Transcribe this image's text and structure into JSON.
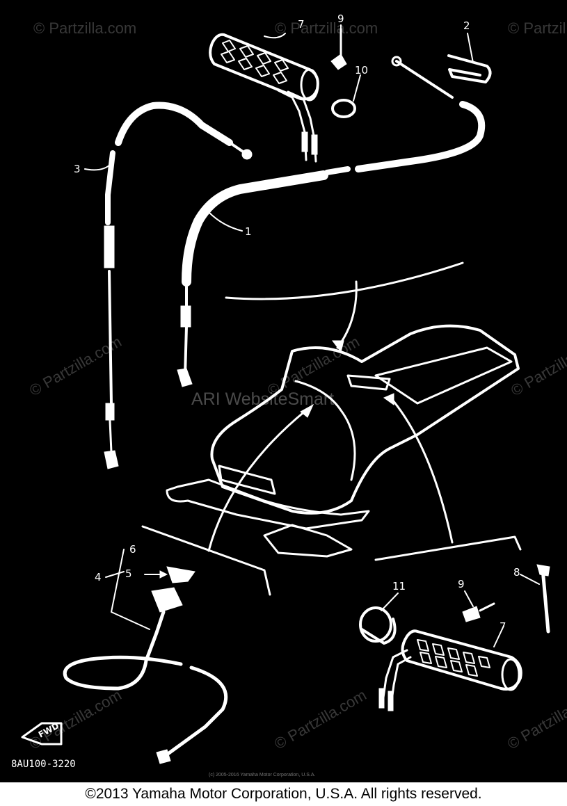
{
  "diagram": {
    "callouts": {
      "c1": "1",
      "c2": "2",
      "c3": "3",
      "c4": "4",
      "c5": "5",
      "c6": "6",
      "c7_top": "7",
      "c7_bottom": "7",
      "c8": "8",
      "c9_top": "9",
      "c9_bottom": "9",
      "c10": "10",
      "c11": "11"
    },
    "part_code": "8AU100-3220",
    "fwd_label": "FWD",
    "small_copyright": "(c) 2005-2016 Yamaha Motor Corporation, U.S.A.",
    "watermarks": {
      "partzilla": "© Partzilla.com",
      "center": "ARI WebsiteSmart"
    }
  },
  "footer": {
    "copyright": "©2013 Yamaha Motor Corporation, U.S.A. All rights reserved."
  },
  "colors": {
    "background": "#000000",
    "linework": "#ffffff",
    "footer_bg": "#ffffff"
  }
}
